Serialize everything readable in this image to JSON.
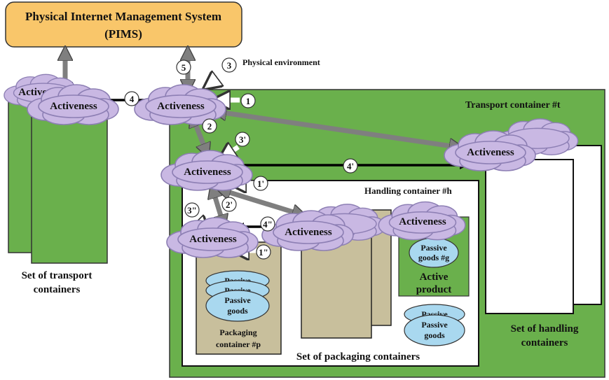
{
  "pims": {
    "line1": "Physical Internet Management System",
    "line2": "(PIMS)"
  },
  "physical_environment": "Physical environment",
  "activeness": "Activeness",
  "activeness_partial": "Active",
  "transport_container": "Transport  container #t",
  "handling_container": "Handling container #h",
  "set_transport": {
    "line1": "Set of  transport",
    "line2": "containers"
  },
  "set_handling": {
    "line1": "Set of handling",
    "line2": "containers"
  },
  "set_packaging": "Set of packaging  containers",
  "packaging_container": {
    "line1": "Packaging",
    "line2": "container #p"
  },
  "active_product": {
    "line1": "Active",
    "line2": "product"
  },
  "passive_goods_g": {
    "line1": "Passive",
    "line2": "goods #g"
  },
  "passive": "Passive",
  "passive_goods": {
    "line1": "Passive",
    "line2": "goods"
  },
  "numbers": {
    "n1": "1",
    "n1p": "1'",
    "n1pp": "1\"",
    "n2": "2",
    "n2p": "2'",
    "n3": "3",
    "n3p": "3'",
    "n3pp": "3\"",
    "n4": "4",
    "n4p": "4'",
    "n4pp": "4\"",
    "n5": "5"
  },
  "colors": {
    "pims_fill": "#f9c66a",
    "green": "#6ab04c",
    "tan": "#c8bf9c",
    "cloud": "#c9b8e3",
    "ellipse": "#a9d8ef",
    "arrow": "#808080"
  }
}
